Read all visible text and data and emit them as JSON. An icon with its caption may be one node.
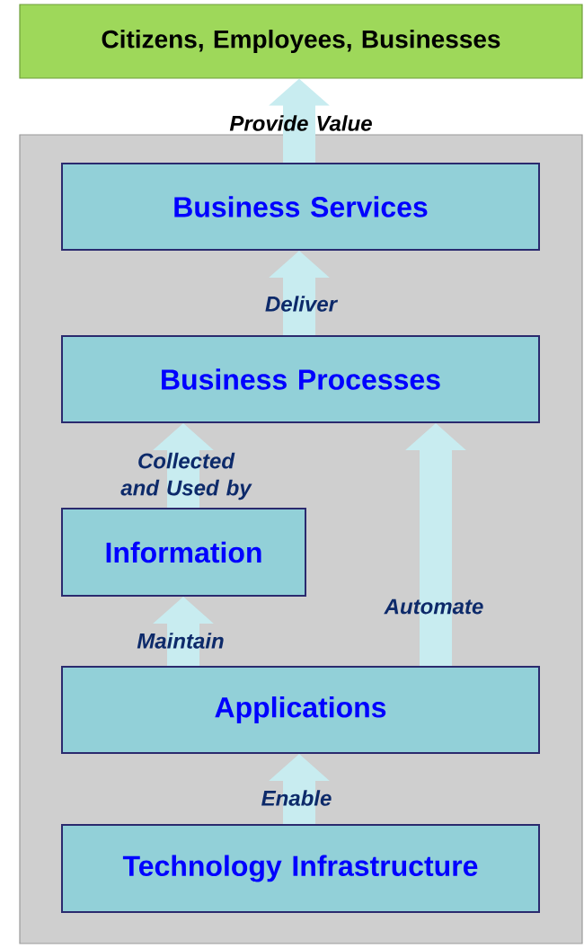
{
  "diagram": {
    "nodes": [
      {
        "text": [
          "Citizens, Employees, Businesses"
        ]
      },
      {
        "text": [],
        "shape": "box"
      },
      {
        "text": [
          "Business Services"
        ],
        "in": 1
      },
      {
        "text": [
          "Business Processes"
        ],
        "in": 1
      },
      {
        "text": [
          "Information"
        ],
        "in": 1
      },
      {
        "text": [
          "Applications"
        ],
        "in": 1
      },
      {
        "text": [
          "Technology Infrastructure"
        ],
        "in": 1
      }
    ],
    "edges": [
      {
        "from": 2,
        "to": 0,
        "arrow": "to",
        "label": "Provide Value"
      },
      {
        "from": 3,
        "to": 2,
        "arrow": "to",
        "label": "Deliver"
      },
      {
        "from": 4,
        "to": 3,
        "arrow": "to",
        "label": "Collected and Used by"
      },
      {
        "from": 5,
        "to": 4,
        "arrow": "to",
        "label": "Maintain"
      },
      {
        "from": 5,
        "to": 3,
        "arrow": "to",
        "label": "Automate"
      },
      {
        "from": 6,
        "to": 5,
        "arrow": "to",
        "label": "Enable"
      }
    ]
  }
}
